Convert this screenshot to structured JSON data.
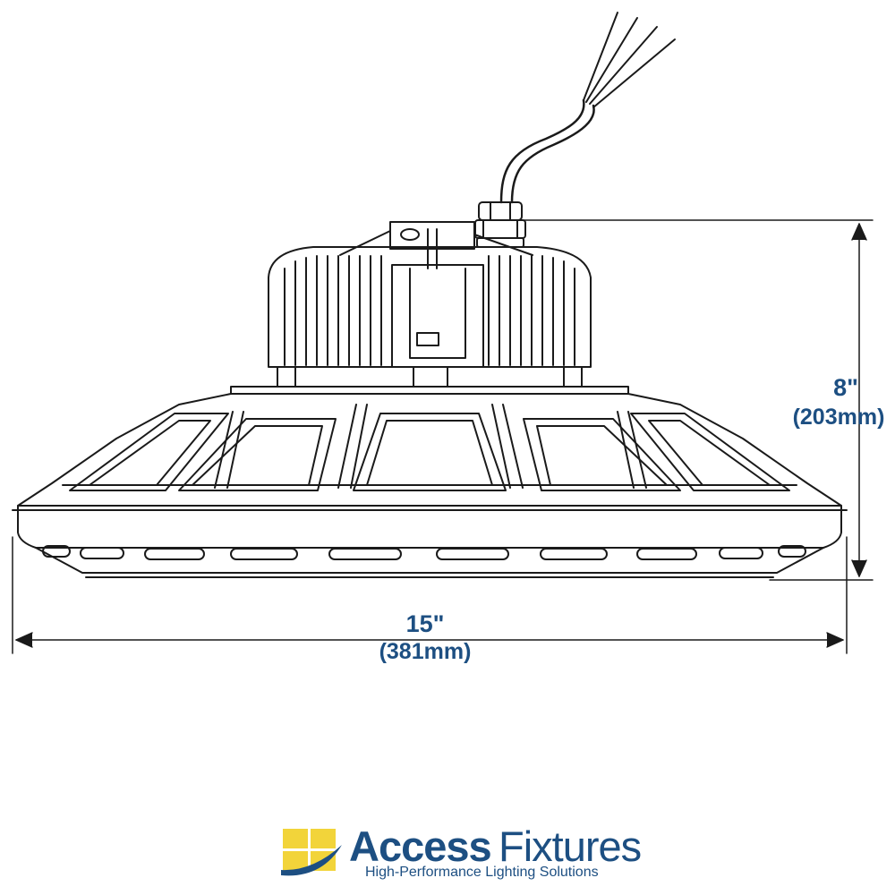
{
  "dimensions": {
    "height": {
      "inches": "8\"",
      "mm": "(203mm)"
    },
    "width": {
      "inches": "15\"",
      "mm": "(381mm)"
    }
  },
  "brand": {
    "name_bold": "Access",
    "name_regular": "Fixtures",
    "tagline": "High-Performance Lighting Solutions"
  },
  "colors": {
    "line": "#1a1a1a",
    "dimension_text": "#1d4f82",
    "logo_yellow": "#f2d43a",
    "logo_blue": "#1d4f82"
  },
  "icons": {
    "logo_mark": "window-grid-swoosh-icon"
  }
}
